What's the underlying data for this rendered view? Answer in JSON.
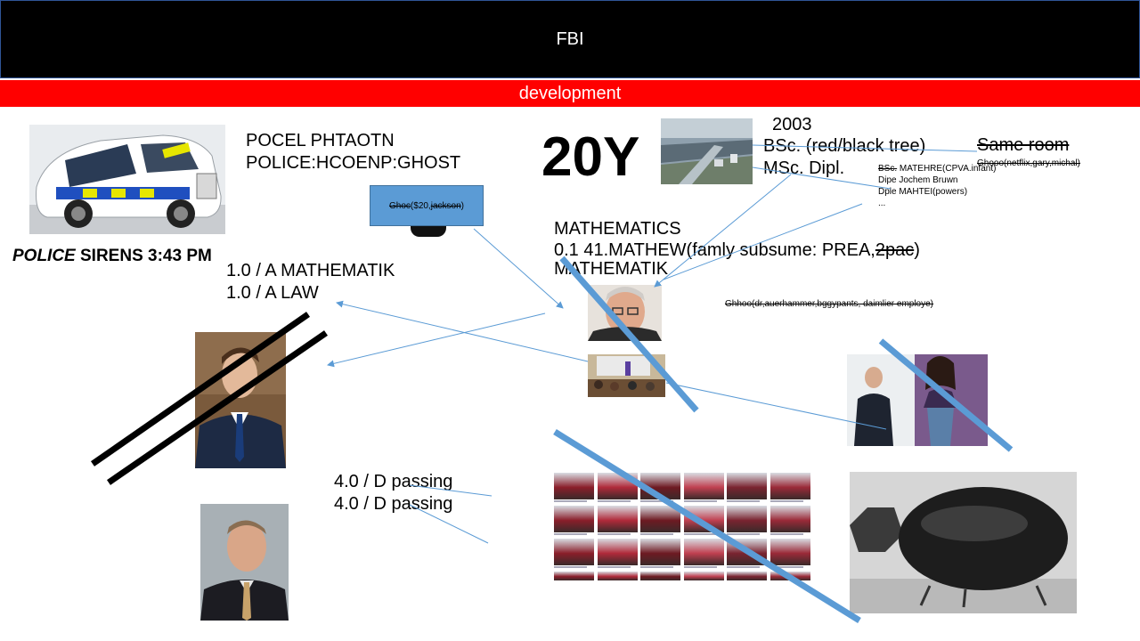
{
  "header": {
    "title": "FBI"
  },
  "subbar": {
    "label": "development"
  },
  "left": {
    "police_lines": [
      "POCEL PHTAOTN",
      "POLICE:HCOENP:GHOST"
    ],
    "sirens_italic": "POLICE",
    "sirens_rest": " SIRENS 3:43 PM",
    "grades": [
      "1.0 / A MATHEMATIK",
      "1.0 / A LAW"
    ],
    "passing": [
      "4.0 / D passing",
      "4.0 / D passing"
    ]
  },
  "blue_box": {
    "strike_word": "Ghoc",
    "mid": "($20,",
    "strike_name": "jackson",
    "end": ")"
  },
  "center": {
    "big_text": "20Y",
    "math_lines": [
      "MATHEMATICS",
      "0.1 41.MATHEW(famly subsume: PREA,",
      "MATHEMATIK"
    ],
    "math_strike": "2pac",
    "math_close": ")",
    "ghhoo_note": "Ghhoo(dr,auerhammer,bggypants, daimlier employe)"
  },
  "right": {
    "year": "2003",
    "degrees": [
      "BSc. (red/black tree)",
      "MSc. Dipl."
    ],
    "same_room": "Same room",
    "ghooo_note": "Ghooo(netflix,gary,michal)",
    "small_lines": [
      {
        "strike": "BSc.",
        "text": " MATEHRE(CPVA.infant)"
      },
      {
        "strike": "",
        "text": "Dipe Jochem Bruwn"
      },
      {
        "strike": "",
        "text": "Dple MAHTEI(powers)"
      },
      {
        "strike": "",
        "text": "..."
      }
    ]
  },
  "colors": {
    "header_bg": "#000000",
    "subbar_bg": "#ff0000",
    "slash_blue": "#5b9bd5",
    "arrow_blue": "#5b9bd5",
    "car_yellow": "#e6e600",
    "car_blue": "#1f4fbf"
  }
}
